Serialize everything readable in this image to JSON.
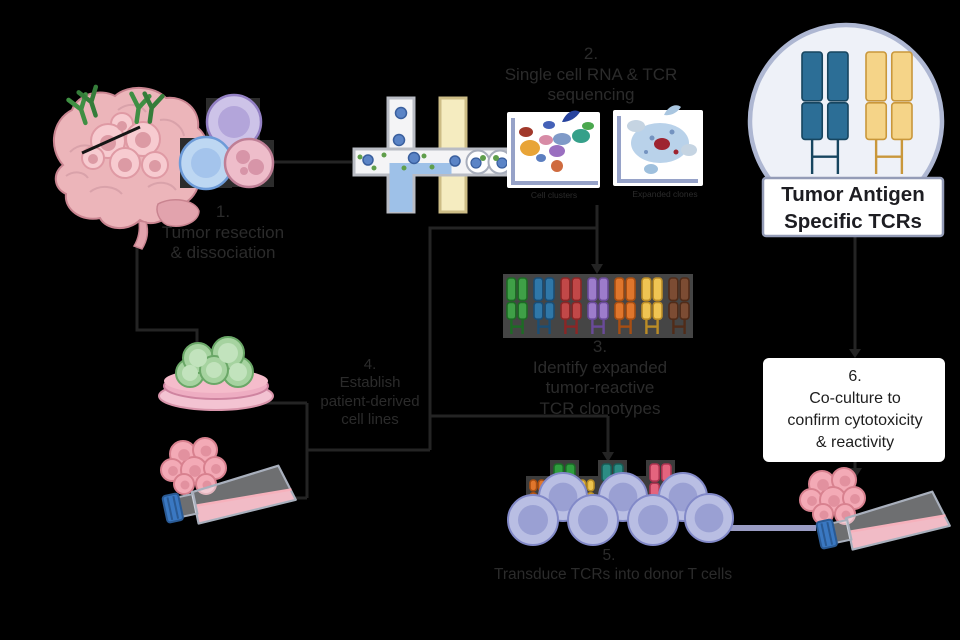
{
  "title": "Tumor antigen specific TCR discovery workflow",
  "steps": {
    "s1": {
      "num": "1.",
      "l1": "Tumor resection",
      "l2": "& dissociation"
    },
    "s2": {
      "num": "2.",
      "l1": "Single cell RNA & TCR",
      "l2": "sequencing"
    },
    "s3": {
      "num": "3.",
      "l1": "Identify expanded",
      "l2": "tumor-reactive",
      "l3": "TCR clonotypes"
    },
    "s4": {
      "num": "4.",
      "l1": "Establish",
      "l2": "patient-derived",
      "l3": "cell lines"
    },
    "s5": {
      "num": "5.",
      "l1": "Transduce TCRs into donor T cells"
    },
    "s6": {
      "num": "6.",
      "l1": "Co-culture to",
      "l2": "confirm cytotoxicity",
      "l3": "& reactivity"
    }
  },
  "badge": {
    "l1": "Tumor Antigen",
    "l2": "Specific TCRs"
  },
  "umaps": {
    "left_caption": "Cell clusters",
    "right_caption": "Expanded clones"
  },
  "palette": {
    "background": "#000000",
    "connector": "#242424",
    "lavender_arrow": "#9a9cc4",
    "circle_fill": "#eef1f8",
    "circle_border": "#aeb7d2",
    "box_bg": "#ffffff",
    "faint_text": "#2b2b2b",
    "dark_text": "#1e1e1e"
  },
  "tcr_icons": {
    "circle": [
      {
        "name": "teal",
        "fill": "#2c6e96",
        "dark": "#17455f"
      },
      {
        "name": "gold",
        "fill": "#f5d488",
        "dark": "#c9973b"
      }
    ],
    "clonotype_row": [
      {
        "name": "green",
        "fill": "#3fa047",
        "dark": "#1d6b24"
      },
      {
        "name": "blue",
        "fill": "#2f77a8",
        "dark": "#1b4d74"
      },
      {
        "name": "red",
        "fill": "#c14848",
        "dark": "#8a2626"
      },
      {
        "name": "purple",
        "fill": "#9d7ccb",
        "dark": "#6a4a99"
      },
      {
        "name": "orange",
        "fill": "#e0762c",
        "dark": "#a84e12"
      },
      {
        "name": "gold",
        "fill": "#efc453",
        "dark": "#bb8c26"
      },
      {
        "name": "brown",
        "fill": "#7c4c33",
        "dark": "#512c19"
      }
    ],
    "t_cell_row": [
      {
        "name": "orange",
        "fill": "#e0762c",
        "dark": "#a84e12"
      },
      {
        "name": "green",
        "fill": "#2f9e3f",
        "dark": "#1a6b26"
      },
      {
        "name": "gold",
        "fill": "#ecc34e",
        "dark": "#b88d24"
      },
      {
        "name": "teal",
        "fill": "#2c8c84",
        "dark": "#175c56"
      },
      {
        "name": "brown",
        "fill": "#7c4c33",
        "dark": "#512c19"
      },
      {
        "name": "pink",
        "fill": "#e4647e",
        "dark": "#ab3350"
      },
      {
        "name": "purple",
        "fill": "#8a5cb4",
        "dark": "#5c3384"
      }
    ]
  },
  "t_cell": {
    "outer": "#b9bee3",
    "border": "#8289c8",
    "inner": "#9aa0d3"
  }
}
